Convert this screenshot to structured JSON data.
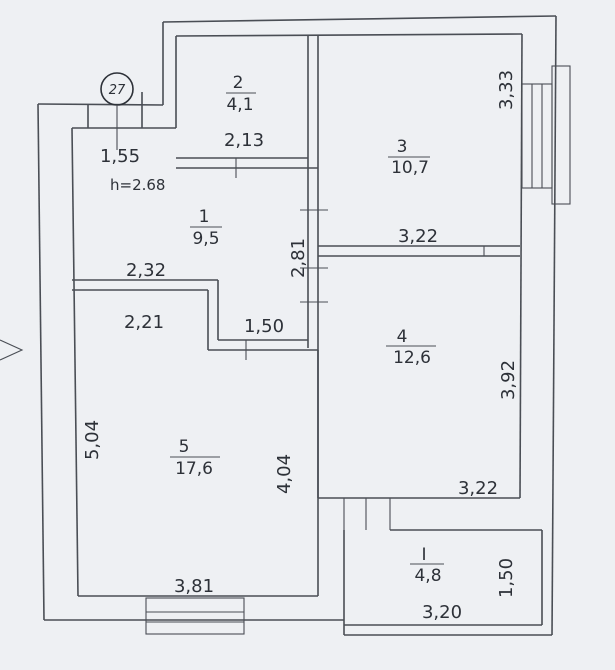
{
  "plan_marker": "27",
  "ceiling_height": "h=2.68",
  "rooms": [
    {
      "id": "room-1",
      "number": "1",
      "area": "9,5"
    },
    {
      "id": "room-2",
      "number": "2",
      "area": "4,1"
    },
    {
      "id": "room-3",
      "number": "3",
      "area": "10,7"
    },
    {
      "id": "room-4",
      "number": "4",
      "area": "12,6"
    },
    {
      "id": "room-5",
      "number": "5",
      "area": "17,6"
    },
    {
      "id": "balcony",
      "number": "I",
      "area": "4,8"
    }
  ],
  "dimensions": [
    {
      "id": "dim-1-55",
      "text": "1,55"
    },
    {
      "id": "dim-2-13",
      "text": "2,13"
    },
    {
      "id": "dim-3-33",
      "text": "3,33"
    },
    {
      "id": "dim-3-22-top",
      "text": "3,22"
    },
    {
      "id": "dim-2-81",
      "text": "2,81"
    },
    {
      "id": "dim-2-32",
      "text": "2,32"
    },
    {
      "id": "dim-2-21",
      "text": "2,21"
    },
    {
      "id": "dim-1-50-mid",
      "text": "1,50"
    },
    {
      "id": "dim-3-92",
      "text": "3,92"
    },
    {
      "id": "dim-5-04",
      "text": "5,04"
    },
    {
      "id": "dim-4-04",
      "text": "4,04"
    },
    {
      "id": "dim-3-22-bottom",
      "text": "3,22"
    },
    {
      "id": "dim-3-81",
      "text": "3,81"
    },
    {
      "id": "dim-1-50-balcony",
      "text": "1,50"
    },
    {
      "id": "dim-3-20",
      "text": "3,20"
    }
  ]
}
